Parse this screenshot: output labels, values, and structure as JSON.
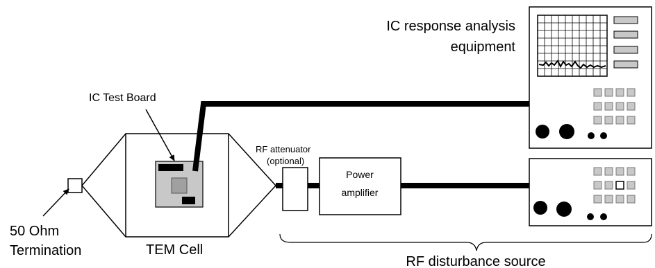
{
  "labels": {
    "ic_response_line1": "IC response analysis",
    "ic_response_line2": "equipment",
    "ic_test_board": "IC Test Board",
    "rf_attenuator_line1": "RF attenuator",
    "rf_attenuator_line2": "(optional)",
    "power_amplifier_line1": "Power",
    "power_amplifier_line2": "amplifier",
    "termination_line1": "50 Ohm",
    "termination_line2": "Termination",
    "tem_cell": "TEM Cell",
    "rf_disturbance_source": "RF disturbance source"
  },
  "colors": {
    "line": "#000000",
    "board_fill": "#c8c8c8",
    "chip_fill": "#a0a0a0",
    "button_fill": "#c8c8c8",
    "panel_fill": "#ffffff"
  },
  "icons": [
    "arrow-icon",
    "oscilloscope-screen",
    "knob-icon",
    "keypad-button"
  ]
}
